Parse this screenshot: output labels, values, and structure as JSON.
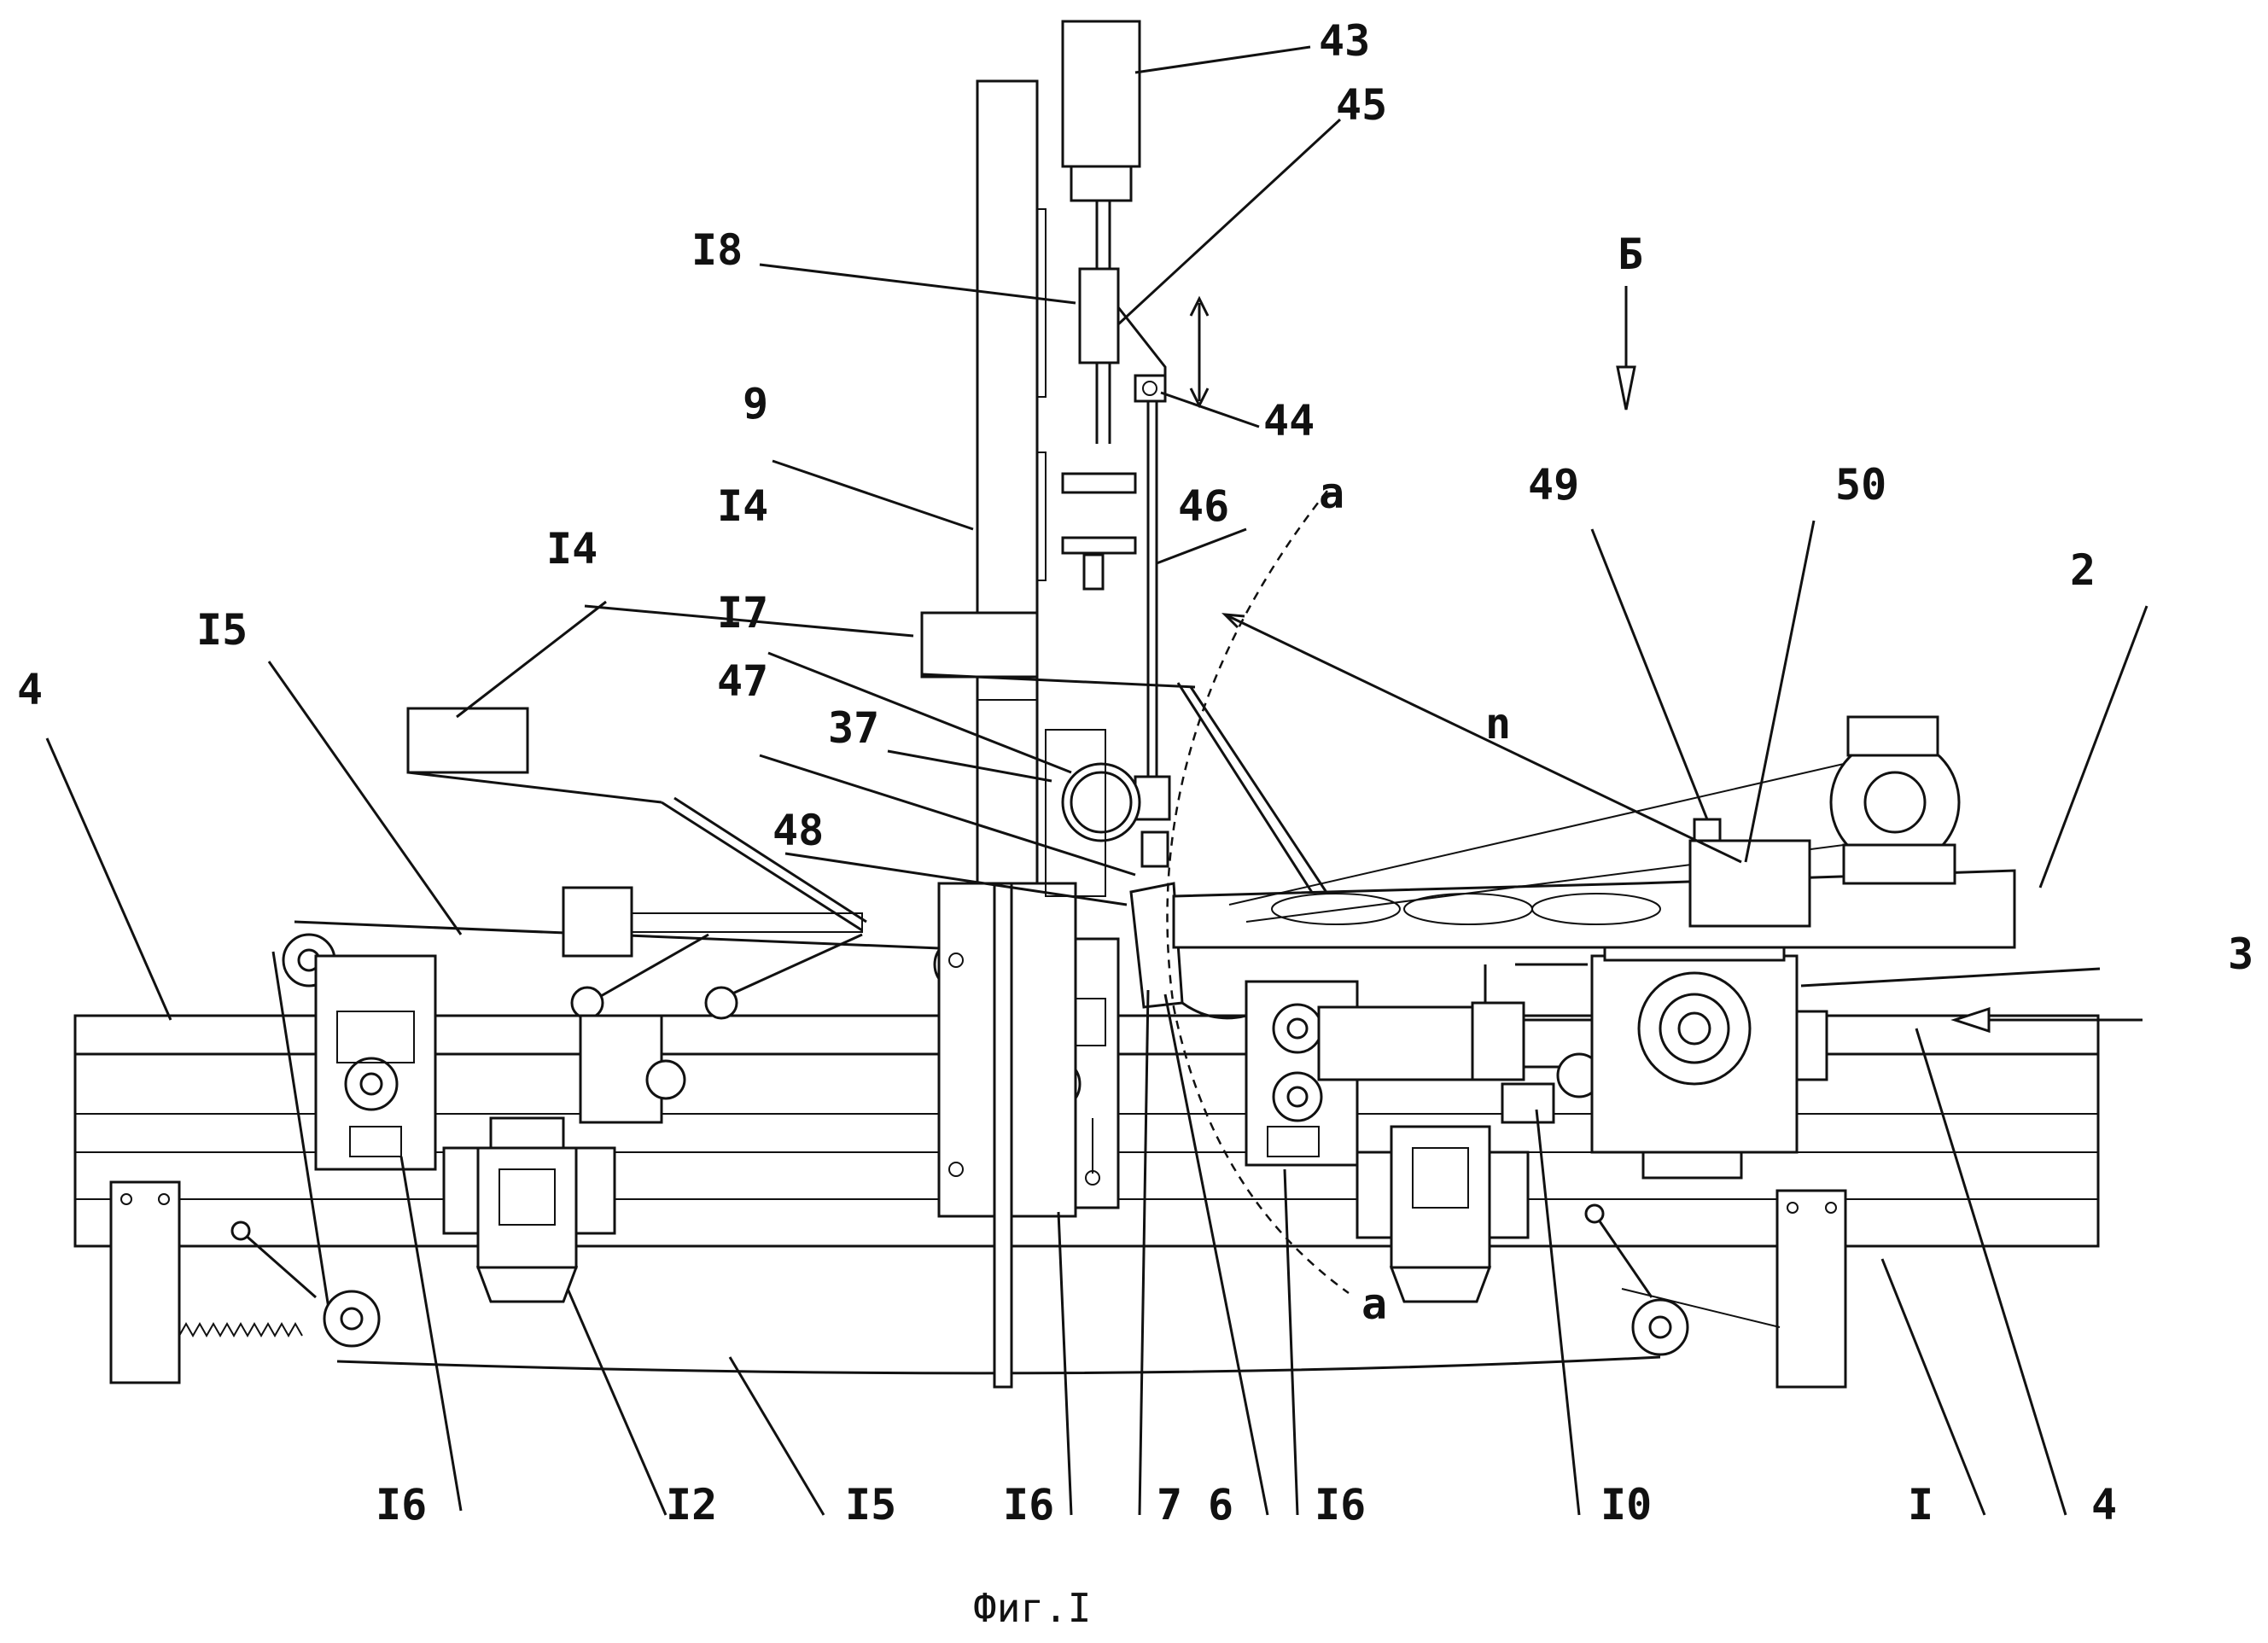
{
  "caption": "Фиг.I",
  "labels": {
    "l43": "43",
    "l45": "45",
    "l18": "I8",
    "l44": "44",
    "l9": "9",
    "l46": "46",
    "la_top": "a",
    "l14a": "I4",
    "l14b": "I4",
    "l17": "I7",
    "l15a": "I5",
    "l4a": "4",
    "l47": "47",
    "l37": "37",
    "l48": "48",
    "lB": "Б",
    "l49": "49",
    "l50": "50",
    "l2": "2",
    "ln": "n",
    "l3": "3",
    "la_bot": "a",
    "l16a": "I6",
    "l12": "I2",
    "l15b": "I5",
    "l16b": "I6",
    "l7": "7",
    "l6": "6",
    "l16c": "I6",
    "l10": "I0",
    "l1": "I",
    "l4b": "4"
  }
}
